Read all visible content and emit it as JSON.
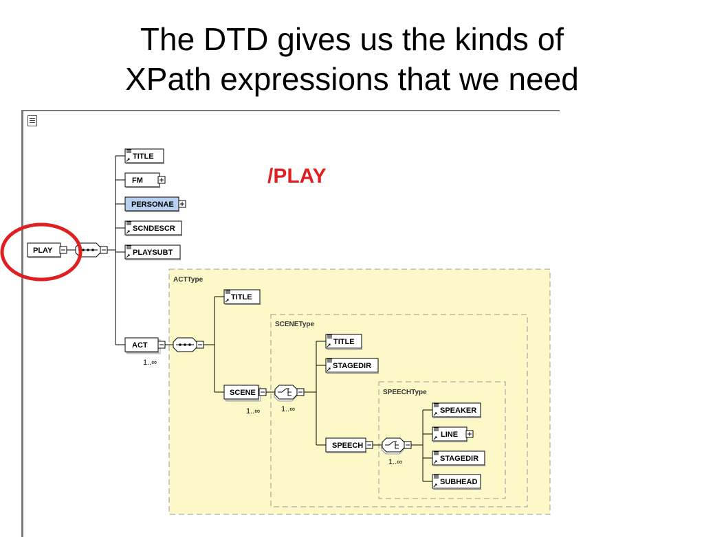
{
  "slide": {
    "title_line1": "The DTD gives us the kinds of",
    "title_line2": "XPath expressions that we need"
  },
  "diagram": {
    "xpath_label": "/PLAY",
    "root": "PLAY",
    "play_children": [
      "TITLE",
      "FM",
      "PERSONAE",
      "SCNDESCR",
      "PLAYSUBT",
      "ACT"
    ],
    "act": {
      "label": "ACT",
      "occurrence": "1..∞",
      "type_name": "ACTType"
    },
    "act_children": [
      "TITLE",
      "SCENE"
    ],
    "scene": {
      "label": "SCENE",
      "occurrence": "1..∞",
      "choice_occurrence": "1..∞",
      "type_name": "SCENEType"
    },
    "scene_children": [
      "TITLE",
      "STAGEDIR",
      "SPEECH"
    ],
    "speech": {
      "label": "SPEECH",
      "choice_occurrence": "1..∞",
      "type_name": "SPEECHType"
    },
    "speech_children": [
      "SPEAKER",
      "LINE",
      "STAGEDIR",
      "SUBHEAD"
    ],
    "colors": {
      "highlight_circle": "#e02020",
      "type_box_fill": "#fcf8c8",
      "personae_fill": "#b8d0f0",
      "xpath_text": "#e02020"
    }
  }
}
